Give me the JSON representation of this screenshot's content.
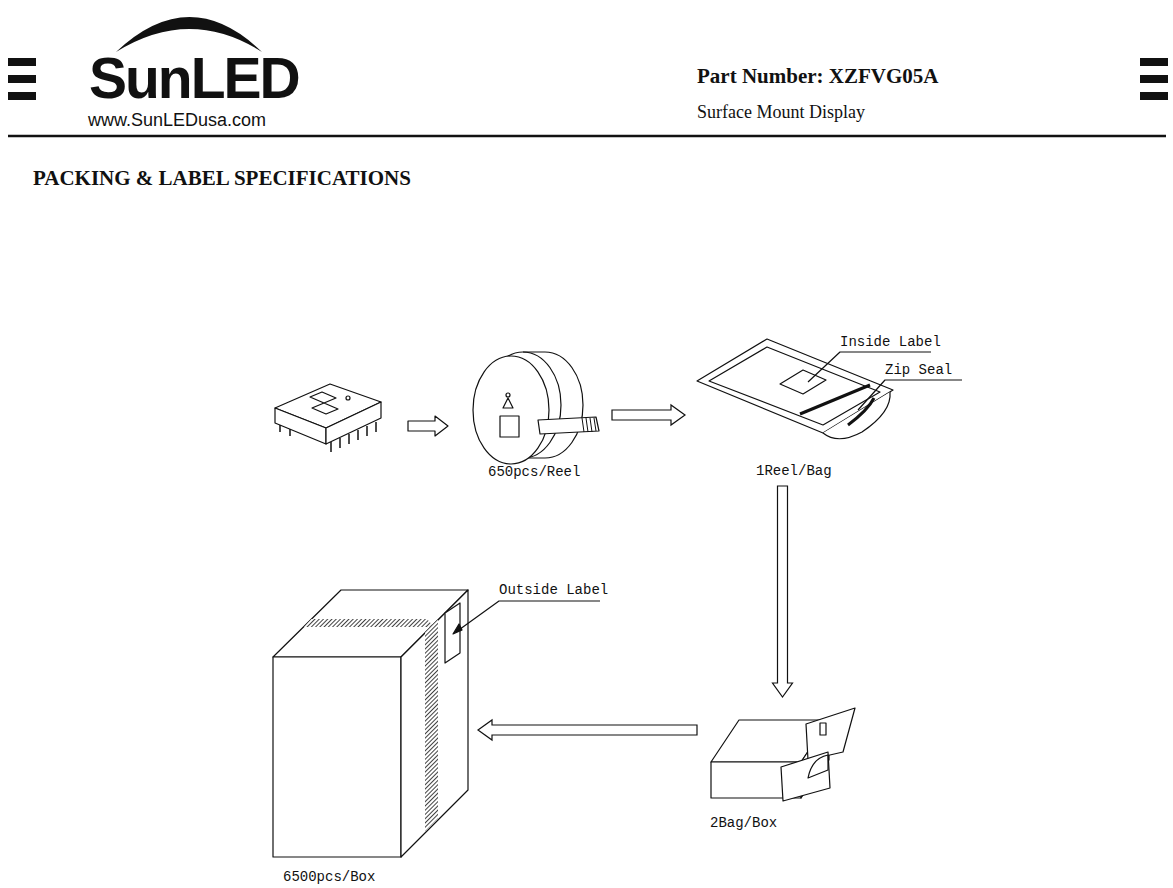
{
  "diagram": {
    "title": "PACKING & LABEL SPECIFICATIONS",
    "nodes": [
      {
        "text": [
          "650pcs/Reel"
        ]
      },
      {
        "text": [
          "1Reel/Bag"
        ]
      },
      {
        "text": [
          "2Bag/Box"
        ]
      },
      {
        "text": [
          "6500pcs/Box"
        ]
      }
    ],
    "edges": [
      {
        "from": 0,
        "to": 1,
        "arrow": "to"
      },
      {
        "from": 1,
        "to": 2,
        "arrow": "to"
      },
      {
        "from": 2,
        "to": 3,
        "arrow": "to"
      }
    ],
    "labels": [
      "SunLED",
      "www.SunLEDusa.com",
      "Part Number: XZFVG05A",
      "Surface Mount Display",
      "Inside Label",
      "Zip Seal",
      "Outside Label"
    ]
  }
}
